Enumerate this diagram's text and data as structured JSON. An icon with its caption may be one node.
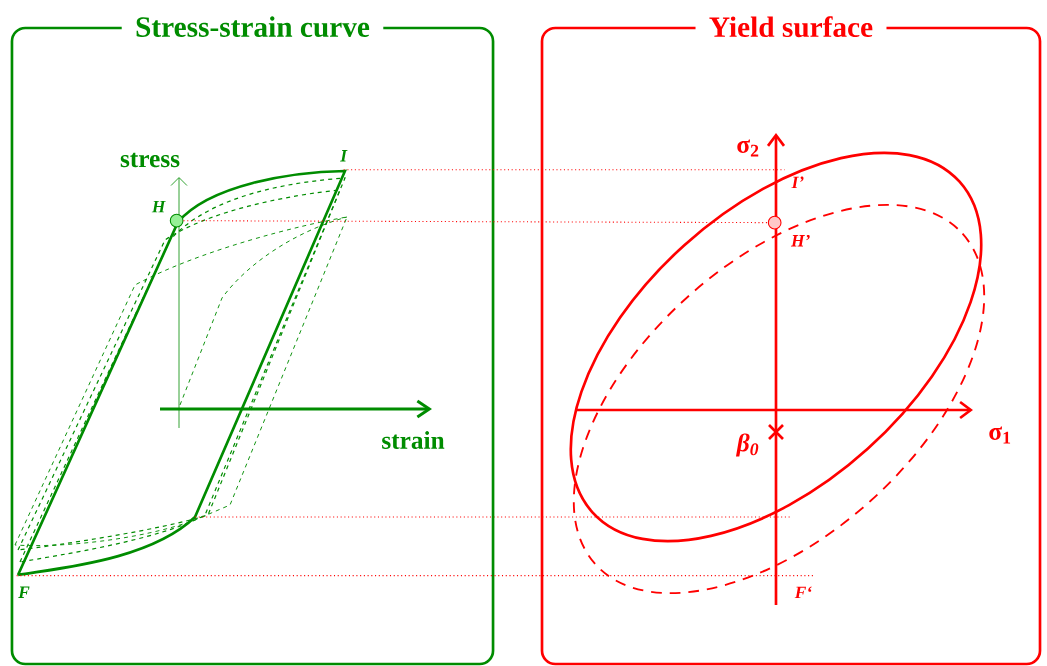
{
  "diagram": {
    "nodes": [
      {
        "text": [
          "Stress-strain curve"
        ]
      },
      {
        "text": [
          "Yield surface"
        ]
      },
      {
        "text": [
          "I"
        ],
        "in": 0
      },
      {
        "text": [],
        "shape": "circle",
        "in": 0,
        "beside": [
          "H"
        ]
      },
      {
        "text": [
          "F"
        ],
        "in": 0
      },
      {
        "text": [
          "I’"
        ],
        "in": 1
      },
      {
        "text": [],
        "shape": "circle",
        "in": 1,
        "beside": [
          "H’"
        ]
      },
      {
        "text": [
          "F‘"
        ],
        "in": 1
      }
    ],
    "edges": [
      {
        "from": 2,
        "to": 5,
        "arrow": "none",
        "style": "dashed"
      },
      {
        "from": 3,
        "to": 6,
        "arrow": "none",
        "style": "dashed"
      },
      {
        "from": 4,
        "to": 7,
        "arrow": "none",
        "style": "dashed"
      }
    ],
    "labels": [
      "stress",
      "strain",
      "σ$_{2}$",
      "σ$_{1}$",
      "β$_{0}$"
    ]
  }
}
